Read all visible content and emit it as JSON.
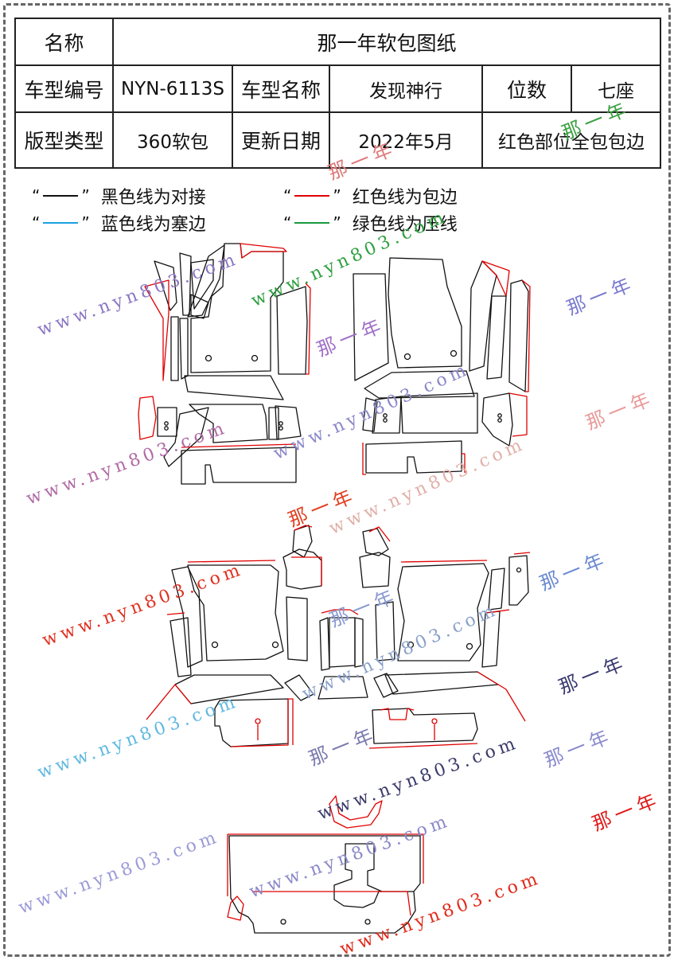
{
  "spec": {
    "name_label": "名称",
    "name_value": "那一年软包图纸",
    "model_code_label": "车型编号",
    "model_code_value": "NYN-6113S",
    "model_name_label": "车型名称",
    "model_name_value": "发现神行",
    "seats_label": "位数",
    "seats_value": "七座",
    "type_label": "版型类型",
    "type_value": "360软包",
    "date_label": "更新日期",
    "date_value": "2022年5月",
    "note_value": "红色部位全包包边"
  },
  "legend": [
    {
      "text": "黑色线为对接",
      "color": "#111111"
    },
    {
      "text": "红色线为包边",
      "color": "#e00000"
    },
    {
      "text": "蓝色线为塞边",
      "color": "#1aa0e0"
    },
    {
      "text": "绿色线为压线",
      "color": "#1a9a40"
    }
  ],
  "quote_open": "“",
  "quote_close": "”",
  "watermarks": {
    "url": "www.nyn803.com",
    "brand": "那一年"
  },
  "colors": {
    "black_line": "#111111",
    "red_line": "#e00000",
    "blue_line": "#1aa0e0",
    "green_line": "#1a9a40"
  }
}
